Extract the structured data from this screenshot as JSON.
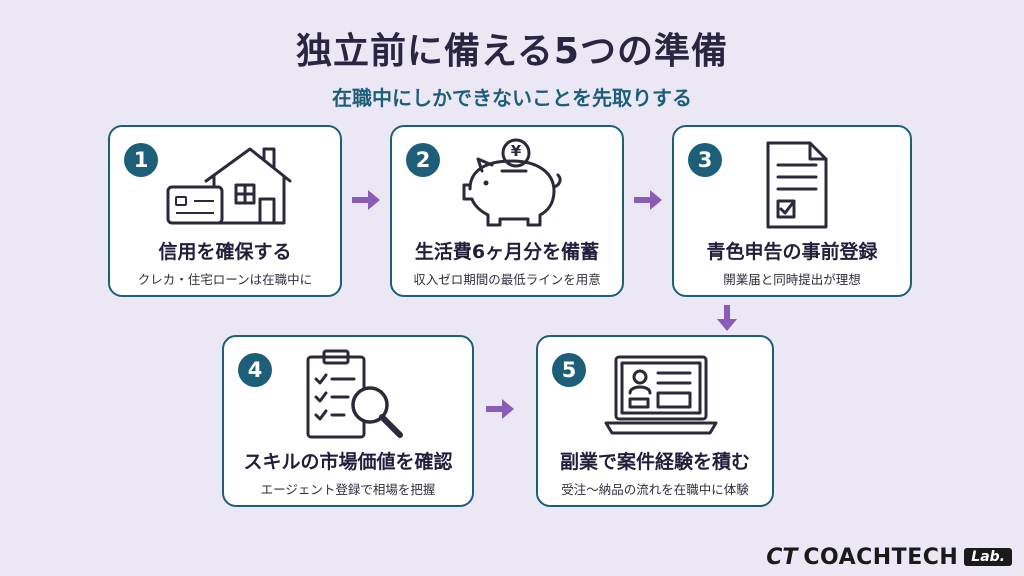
{
  "header": {
    "title": "独立前に備える5つの準備",
    "subtitle": "在職中にしかできないことを先取りする"
  },
  "steps": [
    {
      "number": "1",
      "title": "信用を確保する",
      "subtitle": "クレカ・住宅ローンは在職中に",
      "icon": "house-credit-card-icon"
    },
    {
      "number": "2",
      "title": "生活費6ヶ月分を備蓄",
      "subtitle": "収入ゼロ期間の最低ラインを用意",
      "icon": "piggy-bank-yen-icon",
      "coin_label": "¥"
    },
    {
      "number": "3",
      "title": "青色申告の事前登録",
      "subtitle": "開業届と同時提出が理想",
      "icon": "document-checkbox-icon"
    },
    {
      "number": "4",
      "title": "スキルの市場価値を確認",
      "subtitle": "エージェント登録で相場を把握",
      "icon": "clipboard-magnifier-icon"
    },
    {
      "number": "5",
      "title": "副業で案件経験を積む",
      "subtitle": "受注〜納品の流れを在職中に体験",
      "icon": "laptop-profile-icon"
    }
  ],
  "logo": {
    "mark": "CT",
    "name": "COACHTECH",
    "badge": "Lab."
  },
  "colors": {
    "accent": "#1d5f78",
    "arrow": "#8a5cb5",
    "background": "#ece7f5",
    "icon_stroke": "#2a2a3a"
  }
}
